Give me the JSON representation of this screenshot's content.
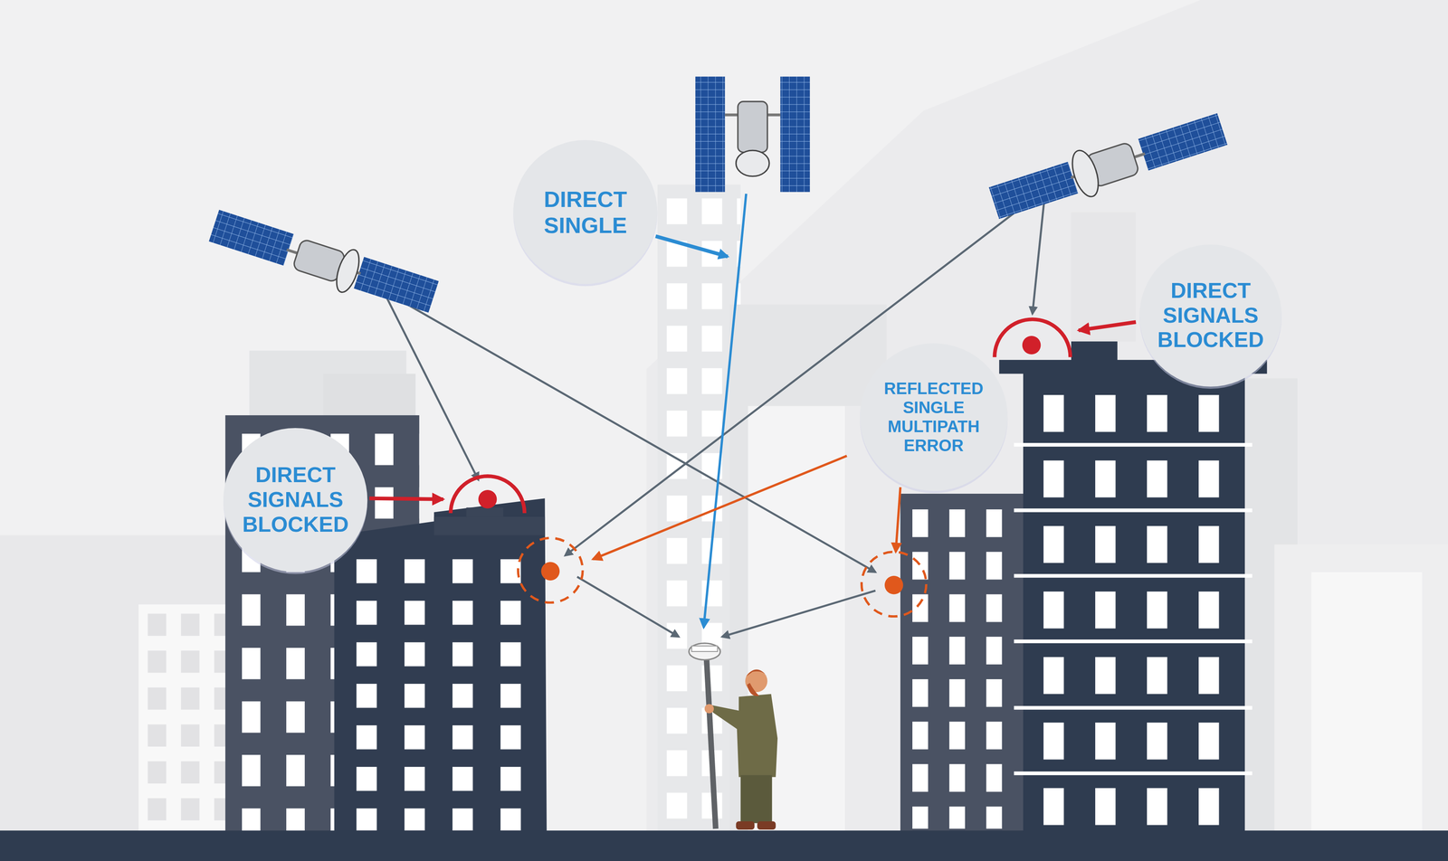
{
  "diagram": {
    "nodes": [
      {
        "text": [
          "DIRECT SINGLE"
        ]
      },
      {
        "text": [
          "DIRECT SIGNALS BLOCKED"
        ]
      },
      {
        "text": [
          "REFLECTED SINGLE MULTIPATH ERROR"
        ]
      },
      {
        "text": [
          "DIRECT SIGNALS BLOCKED"
        ]
      }
    ]
  }
}
